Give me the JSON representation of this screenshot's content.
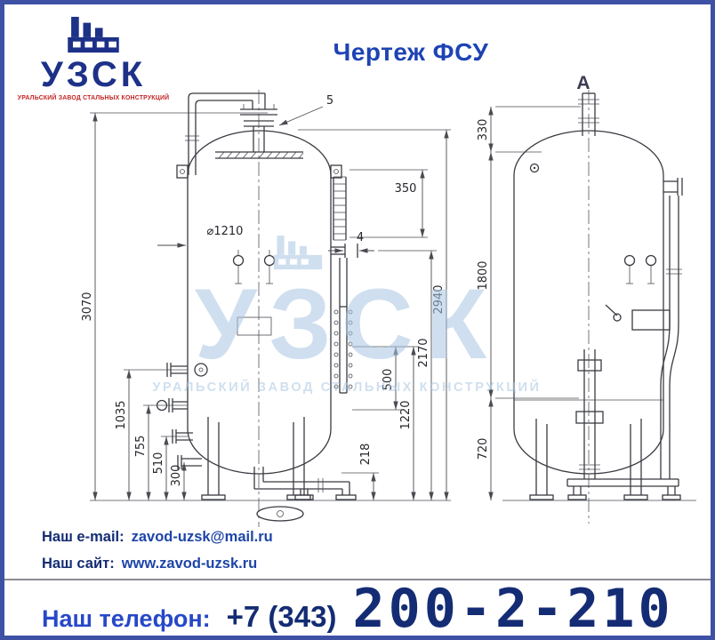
{
  "header": {
    "title": "Чертеж ФСУ"
  },
  "logo": {
    "name": "УЗСК",
    "tagline": "УРАЛЬСКИЙ ЗАВОД СТАЛЬНЫХ КОНСТРУКЦИЙ"
  },
  "watermark": {
    "name": "УЗСК",
    "tagline": "УРАЛЬСКИЙ ЗАВОД СТАЛЬНЫХ КОНСТРУКЦИЙ"
  },
  "drawing": {
    "view_label": "А",
    "dims": {
      "d5": "5",
      "d350": "350",
      "d4": "4",
      "dia1210": "⌀1210",
      "d3070": "3070",
      "d1035": "1035",
      "d755": "755",
      "d510": "510",
      "d300": "300",
      "d500": "500",
      "d1220": "1220",
      "d2170": "2170",
      "d2940": "2940",
      "d218": "218",
      "d330": "330",
      "d1800": "1800",
      "d720": "720"
    }
  },
  "footer": {
    "email_label": "Наш e-mail:",
    "email_value": "zavod-uzsk@mail.ru",
    "site_label": "Наш сайт:",
    "site_value": "www.zavod-uzsk.ru",
    "phone_label": "Наш телефон:",
    "phone_code": "+7 (343)",
    "phone_number": "200-2-210"
  },
  "colors": {
    "border": "#3e51a5",
    "title": "#1d43b4",
    "logo": "#1d3188",
    "logo_tagline": "#c42525",
    "watermark": "#a9c6e2",
    "footer_navy": "#142c74",
    "phone_label_blue": "#2748c8",
    "drawing_line": "#3a3b42"
  }
}
